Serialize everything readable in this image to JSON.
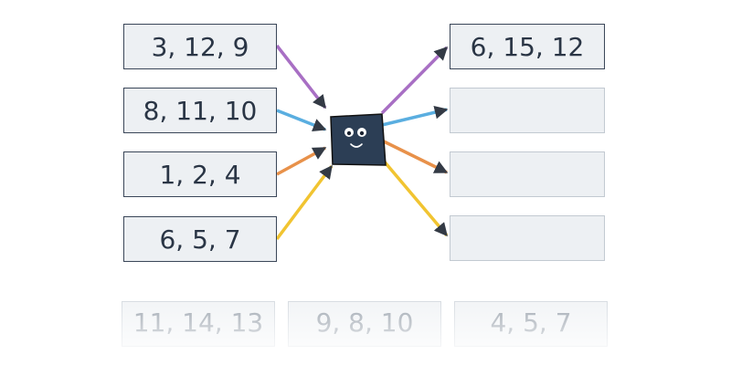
{
  "inputs": [
    {
      "text": "3, 12, 9",
      "color": "#a86fc4"
    },
    {
      "text": "8, 11, 10",
      "color": "#5aaee0"
    },
    {
      "text": "1, 2, 4",
      "color": "#e8914a"
    },
    {
      "text": "6, 5, 7",
      "color": "#f1c431"
    }
  ],
  "outputs": [
    {
      "text": "6, 15, 12",
      "color": "#a86fc4"
    },
    {
      "text": "",
      "color": "#5aaee0"
    },
    {
      "text": "",
      "color": "#e8914a"
    },
    {
      "text": "",
      "color": "#f1c431"
    }
  ],
  "machine": {
    "face_icon": "smiley-face-icon",
    "body_color": "#2c3e55"
  },
  "answer_choices": [
    "11, 14, 13",
    "9, 8, 10",
    "4, 5, 7"
  ],
  "arrow_color": "#333a45"
}
